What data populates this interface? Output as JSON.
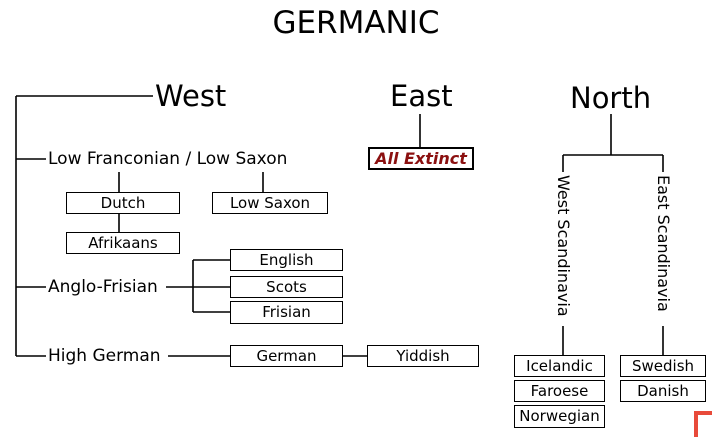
{
  "title": "GERMANIC",
  "branches": {
    "west": "West",
    "east": "East",
    "north": "North"
  },
  "west": {
    "low_franconian": "Low Franconian / Low Saxon",
    "anglo_frisian": "Anglo-Frisian",
    "high_german": "High German"
  },
  "east": {
    "status": "All Extinct"
  },
  "north": {
    "west_scandinavia": "West Scandinavia",
    "east_scandinavia": "East Scandinavia"
  },
  "languages": {
    "dutch": "Dutch",
    "low_saxon": "Low Saxon",
    "afrikaans": "Afrikaans",
    "english": "English",
    "scots": "Scots",
    "frisian": "Frisian",
    "german": "German",
    "yiddish": "Yiddish",
    "icelandic": "Icelandic",
    "faroese": "Faroese",
    "norwegian": "Norwegian",
    "swedish": "Swedish",
    "danish": "Danish"
  },
  "colors": {
    "line": "#000000",
    "extinct_text": "#8b1010",
    "corner_mark": "#e84a3a"
  }
}
